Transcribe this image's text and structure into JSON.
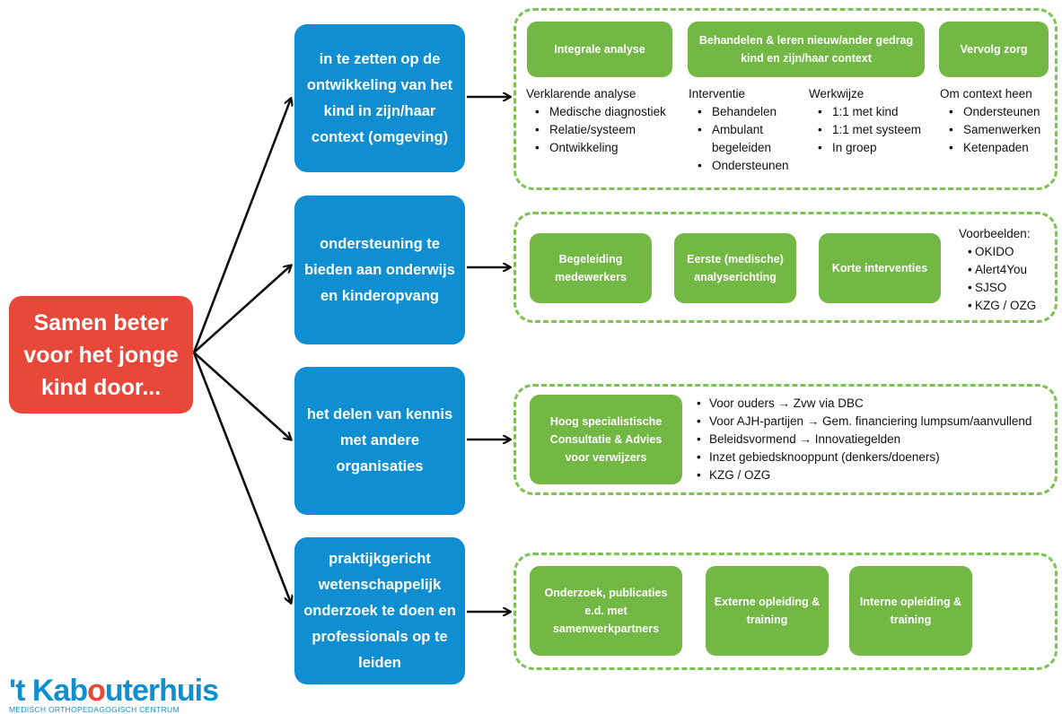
{
  "root": {
    "text": "Samen beter voor het jonge kind door..."
  },
  "branches": [
    {
      "text": "in te zetten op de ontwikkeling van het kind in zijn/haar context (omgeving)",
      "headers": [
        "Integrale analyse",
        "Behandelen & leren nieuw/ander gedrag kind en zijn/haar context",
        "Vervolg zorg"
      ],
      "columns": [
        {
          "title": "Verklarende analyse",
          "items": [
            "Medische diagnostiek",
            "Relatie/systeem",
            "Ontwikkeling"
          ]
        },
        {
          "title": "Interventie",
          "items": [
            "Behandelen",
            "Ambulant begeleiden",
            "Ondersteunen"
          ]
        },
        {
          "title": "Werkwijze",
          "items": [
            "1:1 met kind",
            "1:1 met systeem",
            "In groep"
          ]
        },
        {
          "title": "Om context heen",
          "items": [
            "Ondersteunen",
            "Samenwerken",
            "Ketenpaden"
          ]
        }
      ]
    },
    {
      "text": "ondersteuning te bieden aan onderwijs en kinderopvang",
      "boxes": [
        "Begeleiding medewerkers",
        "Eerste (medische) analyserichting",
        "Korte interventies"
      ],
      "examples_title": "Voorbeelden:",
      "examples": [
        "OKIDO",
        "Alert4You",
        "SJSO",
        "KZG / OZG"
      ]
    },
    {
      "text": "het delen van kennis met andere organisaties",
      "box": "Hoog specialistische Consultatie & Advies voor verwijzers",
      "items": [
        "Voor ouders → Zvw via DBC",
        "Voor AJH-partijen → Gem. financiering lumpsum/aanvullend",
        "Beleidsvormend → Innovatiegelden",
        "Inzet gebiedsknooppunt (denkers/doeners)",
        "KZG / OZG"
      ]
    },
    {
      "text": "praktijkgericht wetenschappelijk onderzoek te doen en professionals op te leiden",
      "boxes": [
        "Onderzoek, publicaties e.d. met samenwerkpartners",
        "Externe opleiding & training",
        "Interne opleiding & training"
      ]
    }
  ],
  "logo": {
    "brand_pre": "'t Kab",
    "brand_q": "o",
    "brand_post": "uterhuis",
    "tagline": "MEDISCH ORTHOPEDAGOGISCH CENTRUM"
  },
  "colors": {
    "root": "#e8483a",
    "blue": "#0f8fd1",
    "green": "#73b845",
    "dashed": "#7dc352"
  }
}
